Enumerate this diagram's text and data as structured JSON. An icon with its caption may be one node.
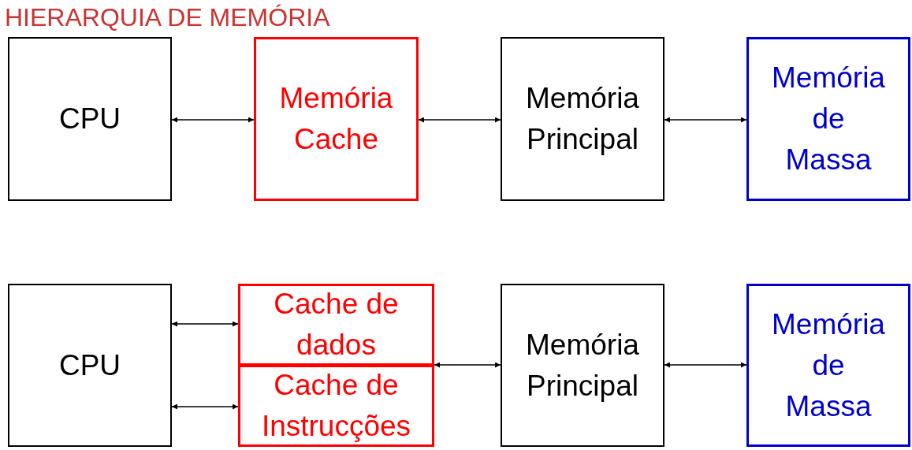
{
  "diagram": {
    "title": "HIERARQUIA DE MEMÓRIA",
    "nodes": [
      {
        "text": [
          "CPU"
        ]
      },
      {
        "text": [
          "Memória Cache"
        ]
      },
      {
        "text": [
          "Memória Principal"
        ]
      },
      {
        "text": [
          "Memória de Massa"
        ]
      },
      {
        "text": [
          "CPU"
        ]
      },
      {
        "text": [
          "Cache de dados"
        ]
      },
      {
        "text": [
          "Cache de Instrucções"
        ]
      },
      {
        "text": [
          "Memória Principal"
        ]
      },
      {
        "text": [
          "Memória de Massa"
        ]
      }
    ],
    "edges": [
      {
        "from": 0,
        "to": 1,
        "arrow": "both"
      },
      {
        "from": 1,
        "to": 2,
        "arrow": "both"
      },
      {
        "from": 2,
        "to": 3,
        "arrow": "both"
      },
      {
        "from": 4,
        "to": 5,
        "arrow": "both"
      },
      {
        "from": 4,
        "to": 6,
        "arrow": "both"
      },
      {
        "from": 5,
        "to": 7,
        "arrow": "both"
      },
      {
        "from": 6,
        "to": 7,
        "arrow": "both"
      },
      {
        "from": 7,
        "to": 8,
        "arrow": "both"
      }
    ]
  }
}
